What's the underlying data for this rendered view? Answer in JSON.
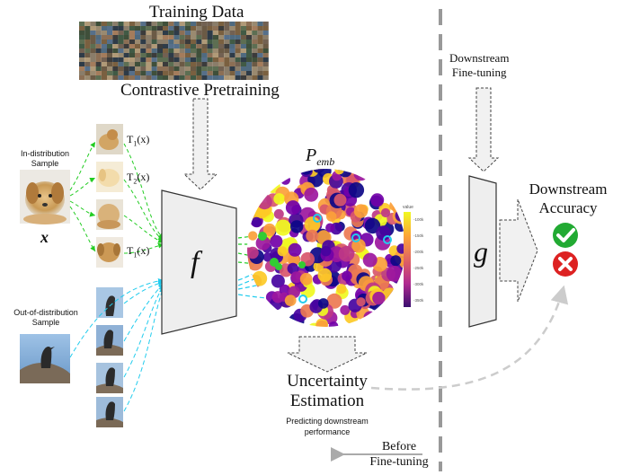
{
  "labels": {
    "training_data": "Training Data",
    "contrastive_pretraining": "Contrastive Pretraining",
    "downstream_finetuning_line1": "Downstream",
    "downstream_finetuning_line2": "Fine-tuning",
    "in_dist_line1": "In-distribution",
    "in_dist_line2": "Sample",
    "x_symbol": "x",
    "ood_line1": "Out-of-distribution",
    "ood_line2": "Sample",
    "t1_top": "T",
    "t1_top_sub": "1",
    "t1_top_arg": "(x)",
    "t2": "T",
    "t2_sub": "2",
    "t2_arg": "(x)",
    "t1_bottom": "T",
    "t1_bottom_sub": "1",
    "t1_bottom_arg": "(x)",
    "f_symbol": "f",
    "p_emb": "P",
    "p_emb_sub": "emb",
    "g_symbol": "g",
    "downstream_accuracy_line1": "Downstream",
    "downstream_accuracy_line2": "Accuracy",
    "uncertainty_line1": "Uncertainty",
    "uncertainty_line2": "Estimation",
    "predicting_line1": "Predicting downstream",
    "predicting_line2": "performance",
    "before_line1": "Before",
    "before_line2": "Fine-tuning"
  },
  "colorbar": {
    "title": "value",
    "ticks": [
      "-100k",
      "-150k",
      "-200k",
      "-250k",
      "-300k",
      "-350k"
    ]
  },
  "colors": {
    "green_arrows": "#22cc22",
    "cyan_arrows": "#22ccee",
    "block_fill": "#eeeeee",
    "check_green": "#22aa33",
    "cross_red": "#dd2222",
    "dashed_divider": "#999999",
    "curve_gray": "#cccccc"
  }
}
